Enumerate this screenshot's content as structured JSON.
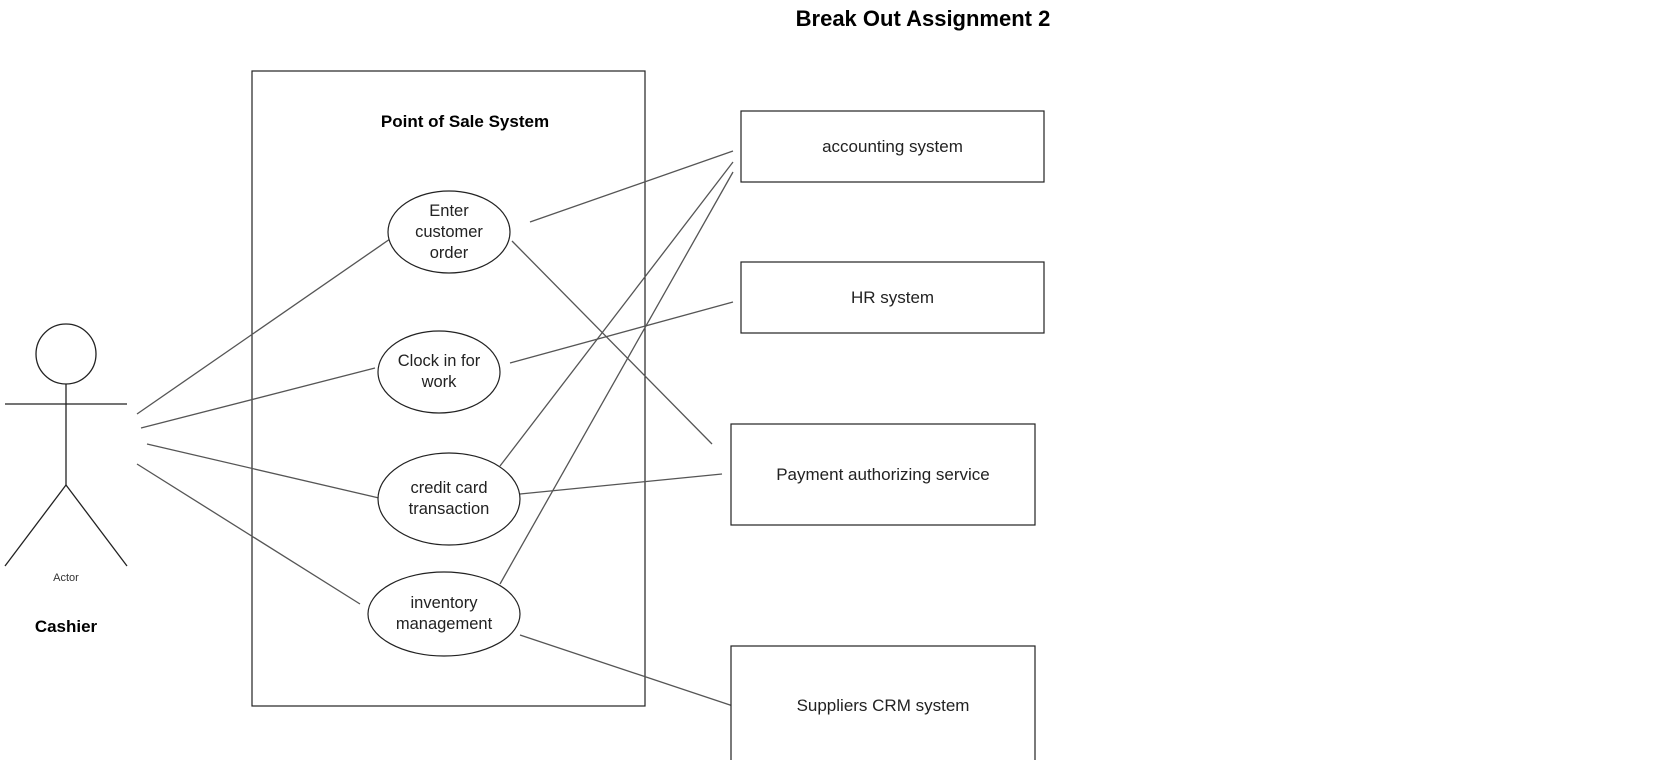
{
  "title": "Break Out  Assignment 2",
  "system_boundary": {
    "label": "Point of Sale System"
  },
  "actor": {
    "stereotype": "Actor",
    "name": "Cashier"
  },
  "use_cases": [
    {
      "id": "enter-customer-order",
      "lines": [
        "Enter",
        "customer",
        "order"
      ]
    },
    {
      "id": "clock-in",
      "lines": [
        "Clock in for",
        "work"
      ]
    },
    {
      "id": "credit-card",
      "lines": [
        "credit card",
        "transaction"
      ]
    },
    {
      "id": "inventory",
      "lines": [
        "inventory",
        "management"
      ]
    }
  ],
  "external_systems": [
    {
      "id": "accounting",
      "label": "accounting system"
    },
    {
      "id": "hr",
      "label": "HR system"
    },
    {
      "id": "payment",
      "label": "Payment authorizing service"
    },
    {
      "id": "crm",
      "label": "Suppliers CRM system"
    }
  ],
  "associations": [
    {
      "from": "actor",
      "to": "enter-customer-order"
    },
    {
      "from": "actor",
      "to": "clock-in"
    },
    {
      "from": "actor",
      "to": "credit-card"
    },
    {
      "from": "actor",
      "to": "inventory"
    },
    {
      "from": "enter-customer-order",
      "to": "accounting"
    },
    {
      "from": "enter-customer-order",
      "to": "payment"
    },
    {
      "from": "clock-in",
      "to": "hr"
    },
    {
      "from": "credit-card",
      "to": "accounting"
    },
    {
      "from": "credit-card",
      "to": "payment"
    },
    {
      "from": "inventory",
      "to": "accounting"
    },
    {
      "from": "inventory",
      "to": "crm"
    }
  ],
  "colors": {
    "line": "#555555",
    "stroke": "#222222"
  }
}
